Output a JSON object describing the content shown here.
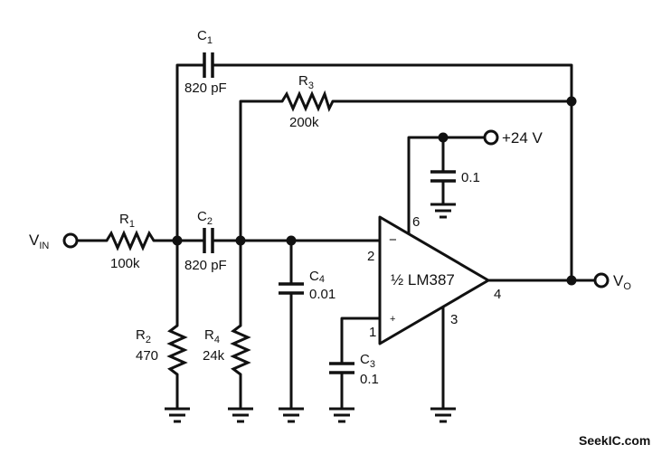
{
  "components": {
    "r1": {
      "name": "R",
      "sub": "1",
      "value": "100k"
    },
    "r2": {
      "name": "R",
      "sub": "2",
      "value": "470"
    },
    "r3": {
      "name": "R",
      "sub": "3",
      "value": "200k"
    },
    "r4": {
      "name": "R",
      "sub": "4",
      "value": "24k"
    },
    "c1": {
      "name": "C",
      "sub": "1",
      "value": "820 pF"
    },
    "c2": {
      "name": "C",
      "sub": "2",
      "value": "820 pF"
    },
    "c3": {
      "name": "C",
      "sub": "3",
      "value": "0.1"
    },
    "c4": {
      "name": "C",
      "sub": "4",
      "value": "0.01"
    },
    "c5": {
      "value": "0.1"
    }
  },
  "opamp": {
    "label": "½ LM387",
    "minus_sign": "−",
    "plus_sign": "+",
    "pins": {
      "p1": "1",
      "p2": "2",
      "p3": "3",
      "p4": "4",
      "p6": "6"
    }
  },
  "terminals": {
    "vin_main": "V",
    "vin_sub": "IN",
    "vo_main": "V",
    "vo_sub": "O",
    "supply": "+24 V"
  },
  "watermark": "SeekIC.com"
}
